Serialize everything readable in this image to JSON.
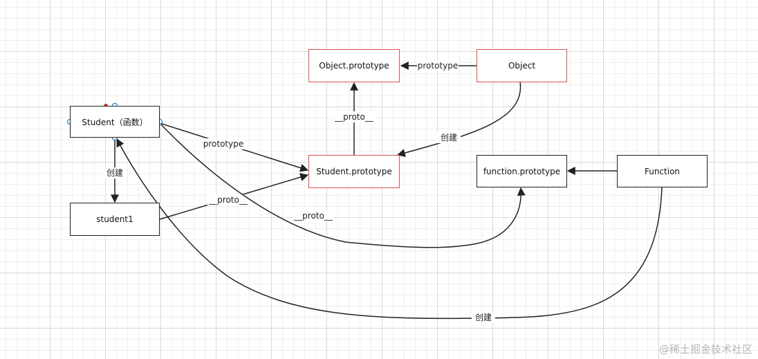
{
  "nodes": {
    "object_prototype": "Object.prototype",
    "object": "Object",
    "student_fn": "Student（函数）",
    "student_prototype": "Student.prototype",
    "function_prototype": "function.prototype",
    "function": "Function",
    "student1": "student1"
  },
  "edge_labels": {
    "object_to_object_prototype": "prototype",
    "student_prototype_to_object_prototype": "__proto__",
    "object_to_student_prototype": "创建",
    "student_fn_to_student_prototype": "prototype",
    "student_fn_to_student1": "创建",
    "student1_to_student_prototype": "__proto__",
    "student_fn_to_function_prototype": "__proto__",
    "function_to_function_prototype": "",
    "function_to_student_fn": "创建"
  },
  "colors": {
    "highlight_border": "#d9534f",
    "default_border": "#1f1f1f",
    "connector_handle": "#2a7fb8",
    "anchor_dot": "#c0392b"
  },
  "watermark": "@稀土掘金技术社区"
}
